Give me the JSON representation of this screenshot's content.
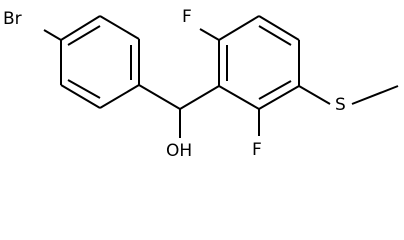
{
  "molecule": {
    "atoms": {
      "bromine": "Br",
      "hydroxyl": "OH",
      "fluorine_top": "F",
      "fluorine_bottom": "F",
      "sulfur": "S"
    }
  }
}
